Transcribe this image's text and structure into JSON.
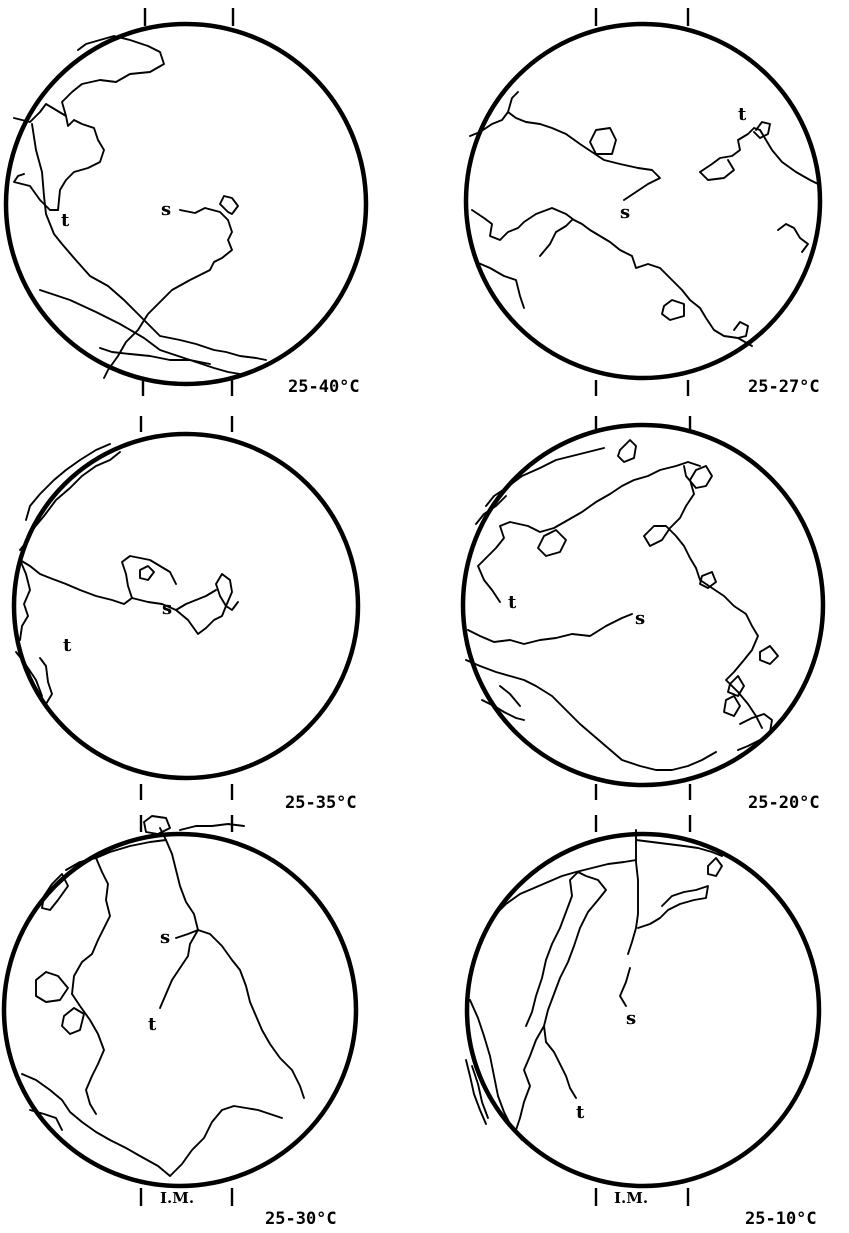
{
  "panels": [
    {
      "id": "p1",
      "label": "25-40°C",
      "start_mark": "s",
      "end_mark": "t"
    },
    {
      "id": "p2",
      "label": "25-27°C",
      "start_mark": "s",
      "end_mark": "t"
    },
    {
      "id": "p3",
      "label": "25-35°C",
      "start_mark": "s",
      "end_mark": "t"
    },
    {
      "id": "p4",
      "label": "25-20°C",
      "start_mark": "s",
      "end_mark": "t"
    },
    {
      "id": "p5",
      "label": "25-30°C",
      "start_mark": "s",
      "end_mark": "t",
      "footer": "I.M."
    },
    {
      "id": "p6",
      "label": "25-10°C",
      "start_mark": "s",
      "end_mark": "t",
      "footer": "I.M."
    }
  ]
}
